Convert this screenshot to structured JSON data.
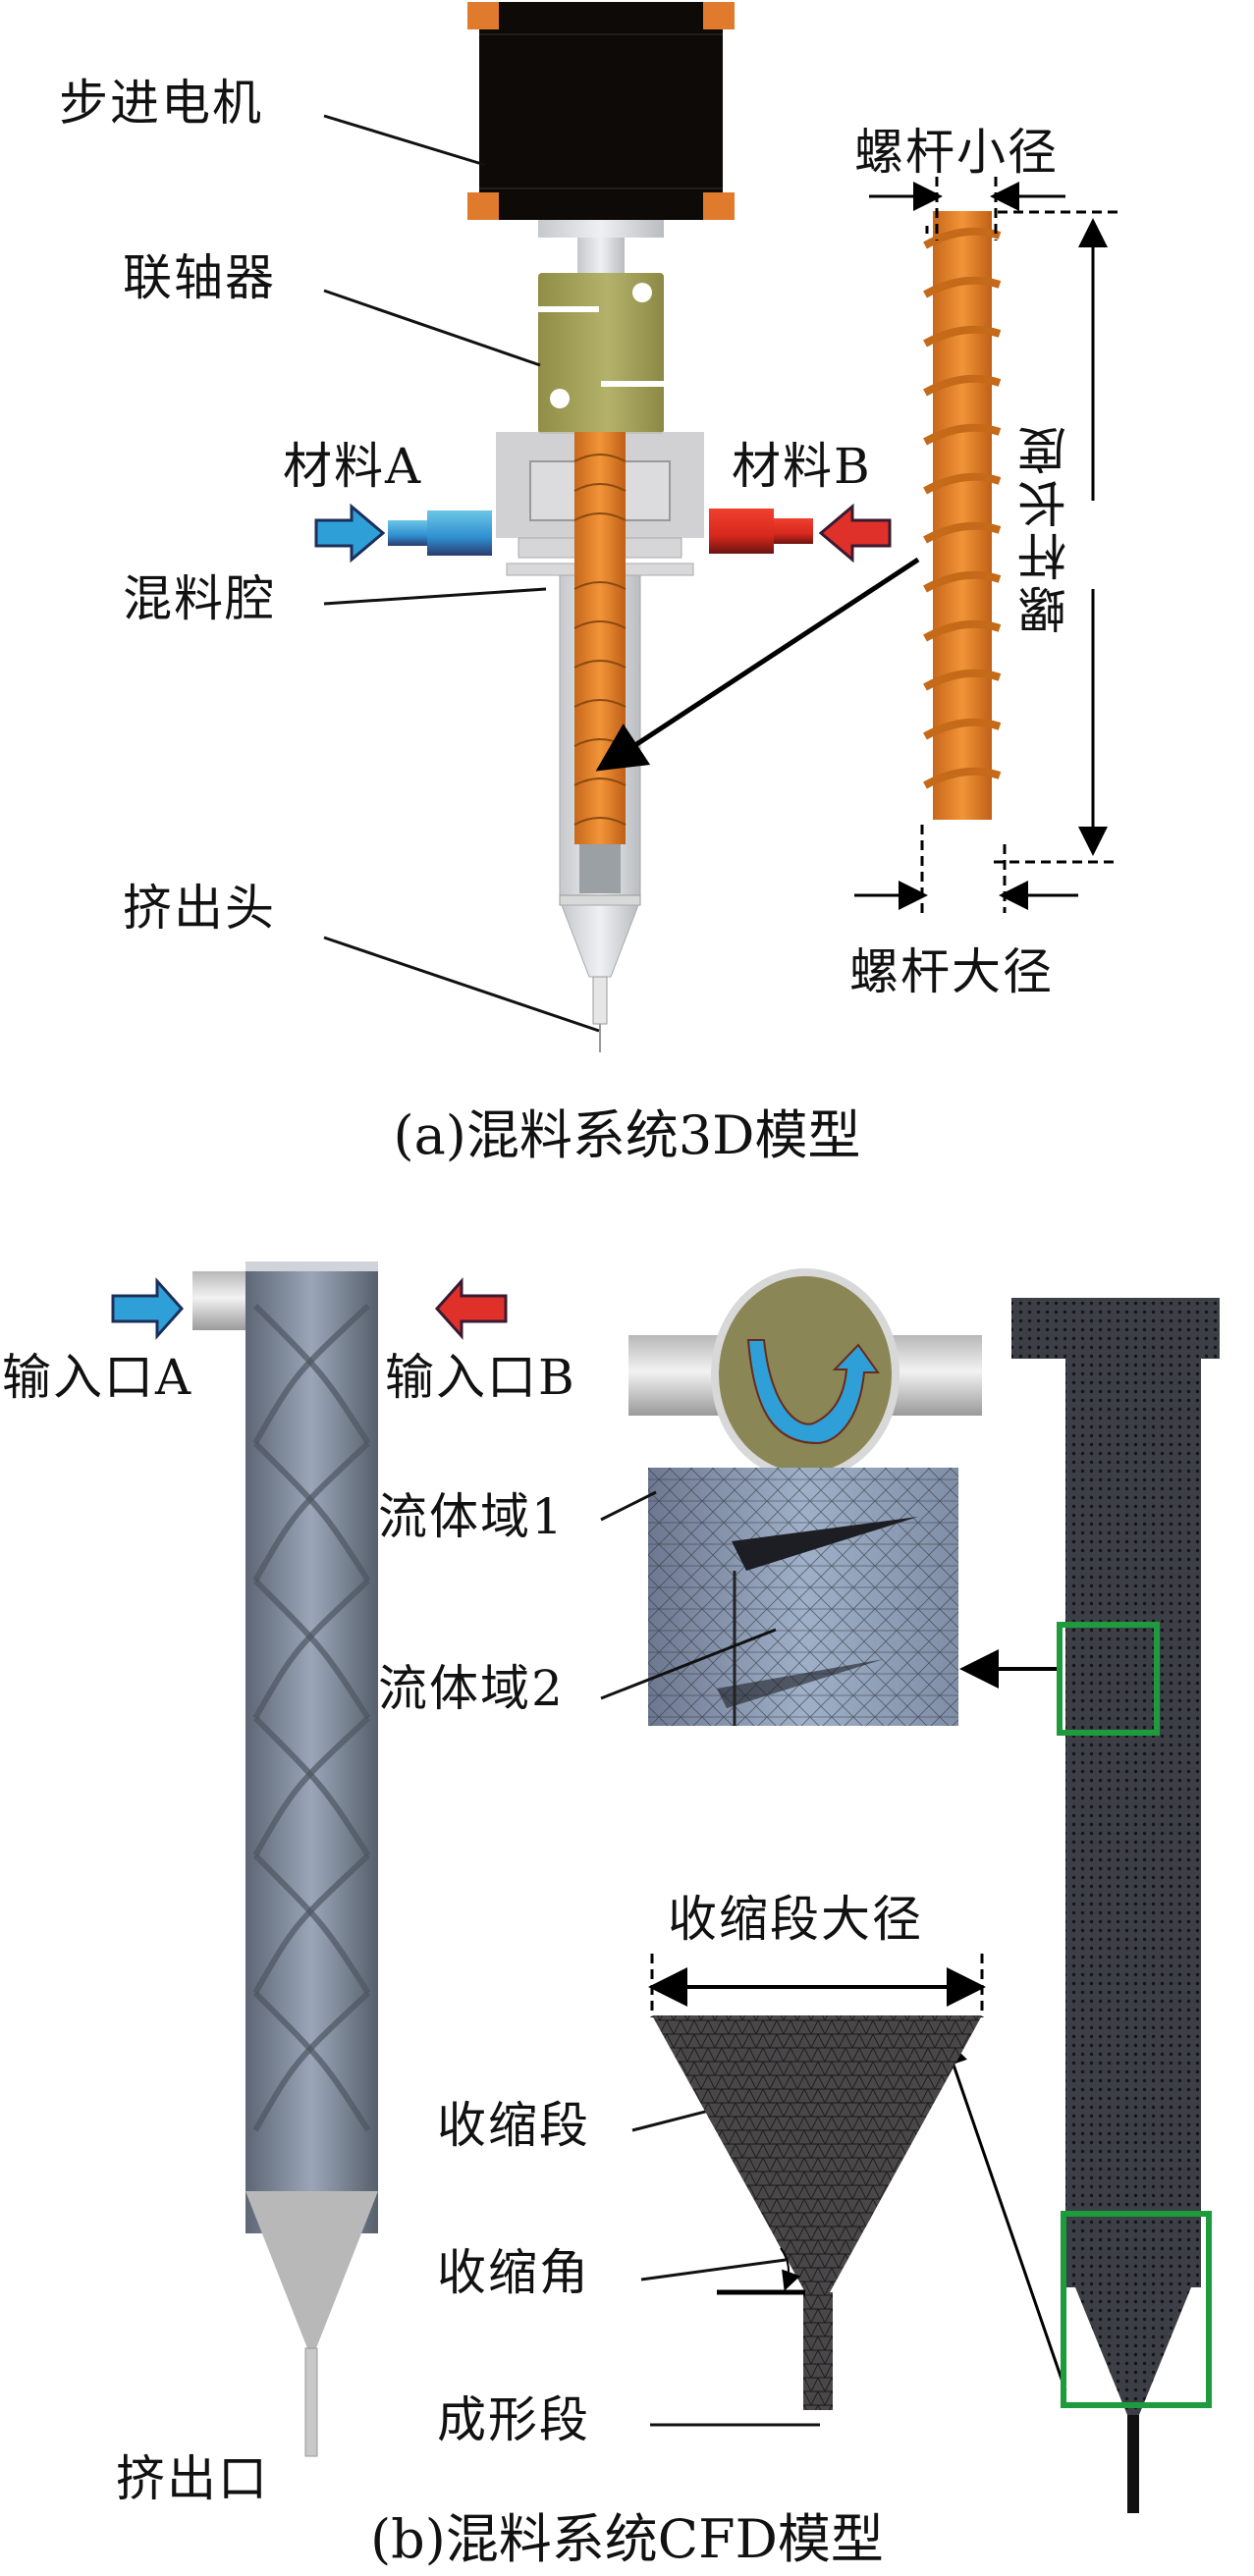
{
  "part_a": {
    "caption": "(a)混料系统3D模型",
    "labels": {
      "stepper_motor": "步进电机",
      "coupling": "联轴器",
      "material_a": "材料A",
      "material_b": "材料B",
      "mixing_chamber": "混料腔",
      "extrusion_head": "挤出头",
      "screw_minor_diameter": "螺杆小径",
      "screw_length": "螺杆长度",
      "screw_major_diameter": "螺杆大径"
    }
  },
  "part_b": {
    "caption": "(b)混料系统CFD模型",
    "labels": {
      "inlet_a": "输入口A",
      "inlet_b": "输入口B",
      "fluid_domain_1": "流体域1",
      "fluid_domain_2": "流体域2",
      "contraction_major_diameter": "收缩段大径",
      "contraction_section": "收缩段",
      "contraction_angle": "收缩角",
      "forming_section": "成形段",
      "extrusion_outlet": "挤出口"
    }
  },
  "colors": {
    "motor": "#0d0a08",
    "motor_corner": "#e07a2c",
    "coupling": "#a7a55c",
    "screw": "#e8862a",
    "inlet_a": "#2f9fd8",
    "inlet_b": "#e0302a",
    "mesh": "#3a3a3e",
    "highlight_box": "#1e9b3c"
  }
}
